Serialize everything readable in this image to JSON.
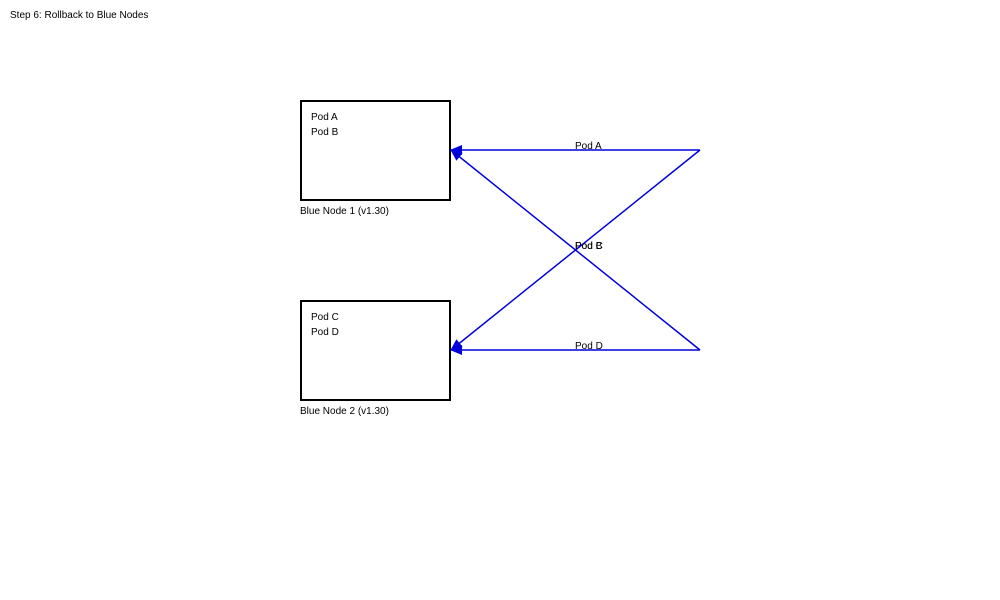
{
  "title": "Step 6: Rollback to Blue Nodes",
  "nodes": [
    {
      "name": "Blue Node 1 (v1.30)",
      "pods": [
        "Pod A",
        "Pod B"
      ]
    },
    {
      "name": "Blue Node 2 (v1.30)",
      "pods": [
        "Pod C",
        "Pod D"
      ]
    }
  ],
  "connections": [
    {
      "label": "Pod A"
    },
    {
      "label": "Pod B"
    },
    {
      "label": "Pod C"
    },
    {
      "label": "Pod D"
    }
  ],
  "colors": {
    "connection": "#0000dd",
    "node_border": "#000000"
  }
}
